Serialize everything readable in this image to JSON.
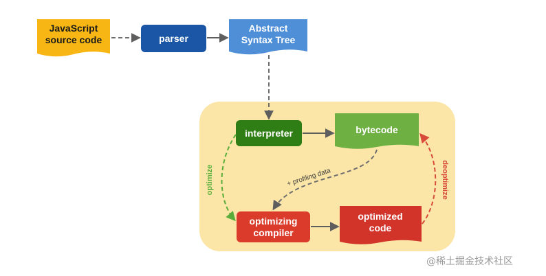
{
  "colors": {
    "region_fill": "#fbe6a7",
    "source_fill": "#f7b614",
    "parser_fill": "#1a55a6",
    "ast_fill": "#4e8fd8",
    "interpreter_fill": "#2f7d15",
    "bytecode_fill": "#6fb043",
    "compiler_fill": "#db3b2a",
    "optimized_fill": "#d2342a",
    "dash_gray": "#6e6e6e",
    "optimize_green": "#5aad3b",
    "deoptimize_red": "#d84a3a",
    "text_dark": "#1a1a1a",
    "text_light": "#ffffff",
    "watermark": "#9a9a9a"
  },
  "nodes": {
    "source": {
      "line1": "JavaScript",
      "line2": "source code"
    },
    "parser": {
      "label": "parser"
    },
    "ast": {
      "line1": "Abstract",
      "line2": "Syntax Tree"
    },
    "interpreter": {
      "label": "interpreter"
    },
    "bytecode": {
      "label": "bytecode"
    },
    "compiler": {
      "line1": "optimizing",
      "line2": "compiler"
    },
    "optimized": {
      "line1": "optimized",
      "line2": "code"
    }
  },
  "edges": {
    "profiling": "+ profiling data",
    "optimize": "optimize",
    "deoptimize": "deoptimize"
  },
  "watermark": "@稀土掘金技术社区"
}
